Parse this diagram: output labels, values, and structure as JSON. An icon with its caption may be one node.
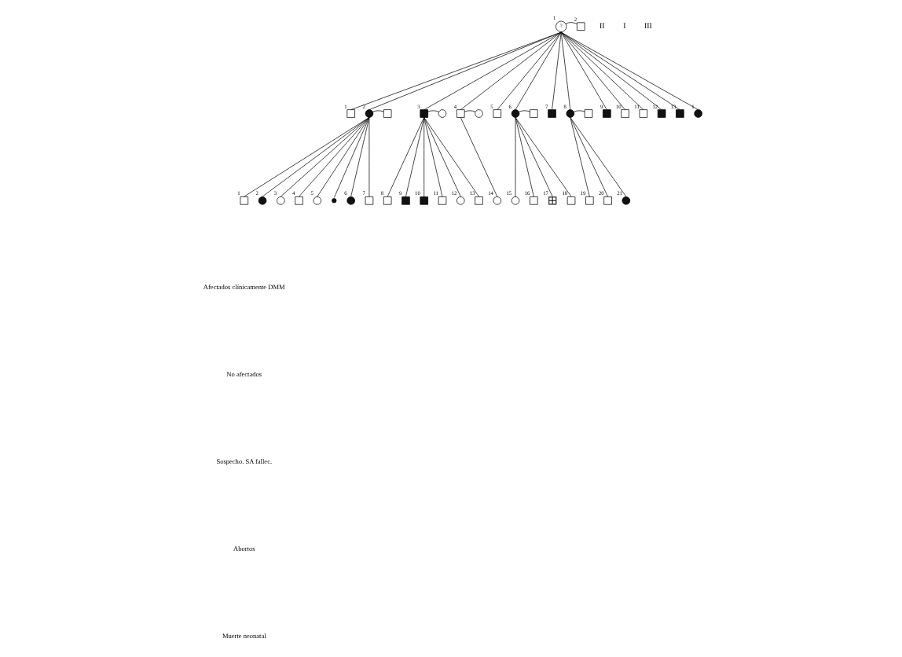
{
  "diagram": {
    "nodes": [
      {
        "text": [
          "?"
        ],
        "beside": [
          "1"
        ]
      },
      {
        "text": [],
        "shape": "box",
        "beside": [
          "2"
        ]
      },
      {
        "text": [],
        "shape": "box",
        "beside": [
          "1"
        ]
      },
      {
        "text": [],
        "shape": "circle",
        "beside": [
          "2"
        ]
      },
      {
        "text": [],
        "shape": "box"
      },
      {
        "text": [],
        "shape": "box",
        "beside": [
          "3"
        ]
      },
      {
        "text": [],
        "shape": "circle"
      },
      {
        "text": [],
        "shape": "box",
        "beside": [
          "4"
        ]
      },
      {
        "text": [],
        "shape": "circle"
      },
      {
        "text": [],
        "shape": "box",
        "beside": [
          "5"
        ]
      },
      {
        "text": [],
        "shape": "circle",
        "beside": [
          "6"
        ]
      },
      {
        "text": [],
        "shape": "box"
      },
      {
        "text": [],
        "shape": "box",
        "beside": [
          "7"
        ]
      },
      {
        "text": [],
        "shape": "circle",
        "beside": [
          "8"
        ]
      },
      {
        "text": [],
        "shape": "box"
      },
      {
        "text": [],
        "shape": "box",
        "beside": [
          "9"
        ]
      },
      {
        "text": [],
        "shape": "box",
        "beside": [
          "10"
        ]
      },
      {
        "text": [],
        "shape": "box",
        "beside": [
          "11"
        ]
      },
      {
        "text": [],
        "shape": "box",
        "beside": [
          "12"
        ]
      },
      {
        "text": [],
        "shape": "box",
        "beside": [
          "13"
        ]
      },
      {
        "text": [],
        "shape": "circle",
        "beside": [
          "1"
        ]
      },
      {
        "text": [],
        "shape": "box",
        "beside": [
          "1"
        ]
      },
      {
        "text": [],
        "shape": "circle",
        "beside": [
          "2"
        ]
      },
      {
        "text": [],
        "shape": "circle",
        "beside": [
          "3"
        ]
      },
      {
        "text": [],
        "shape": "box",
        "beside": [
          "4"
        ]
      },
      {
        "text": [],
        "shape": "circle",
        "beside": [
          "5"
        ]
      },
      {
        "text": [],
        "shape": "circle"
      },
      {
        "text": [],
        "shape": "circle",
        "beside": [
          "6"
        ]
      },
      {
        "text": [],
        "shape": "box",
        "beside": [
          "7"
        ]
      },
      {
        "text": [],
        "shape": "box",
        "beside": [
          "8"
        ]
      },
      {
        "text": [],
        "shape": "box",
        "beside": [
          "9"
        ]
      },
      {
        "text": [],
        "shape": "box",
        "beside": [
          "10"
        ]
      },
      {
        "text": [],
        "shape": "box",
        "beside": [
          "11"
        ]
      },
      {
        "text": [],
        "shape": "circle",
        "beside": [
          "12"
        ]
      },
      {
        "text": [],
        "shape": "box",
        "beside": [
          "13"
        ]
      },
      {
        "text": [],
        "shape": "circle",
        "beside": [
          "14"
        ]
      },
      {
        "text": [],
        "shape": "circle",
        "beside": [
          "15"
        ]
      },
      {
        "text": [],
        "shape": "box",
        "beside": [
          "16"
        ]
      },
      {
        "text": [],
        "shape": "box",
        "beside": [
          "17"
        ]
      },
      {
        "text": [],
        "shape": "box",
        "beside": [
          "18"
        ]
      },
      {
        "text": [],
        "shape": "box",
        "beside": [
          "19"
        ]
      },
      {
        "text": [],
        "shape": "box",
        "beside": [
          "20"
        ]
      },
      {
        "text": [],
        "shape": "circle",
        "beside": [
          "21"
        ]
      }
    ],
    "edges": [
      {
        "from": 0,
        "to": 1,
        "arrow": "none"
      },
      {
        "from": 0,
        "to": 2,
        "arrow": "none"
      },
      {
        "from": 0,
        "to": 3,
        "arrow": "none"
      },
      {
        "from": 3,
        "to": 4,
        "arrow": "none"
      },
      {
        "from": 0,
        "to": 5,
        "arrow": "none"
      },
      {
        "from": 5,
        "to": 6,
        "arrow": "none"
      },
      {
        "from": 0,
        "to": 7,
        "arrow": "none"
      },
      {
        "from": 7,
        "to": 8,
        "arrow": "none"
      },
      {
        "from": 0,
        "to": 9,
        "arrow": "none"
      },
      {
        "from": 0,
        "to": 10,
        "arrow": "none"
      },
      {
        "from": 10,
        "to": 11,
        "arrow": "none"
      },
      {
        "from": 0,
        "to": 12,
        "arrow": "none"
      },
      {
        "from": 0,
        "to": 13,
        "arrow": "none"
      },
      {
        "from": 13,
        "to": 14,
        "arrow": "none"
      },
      {
        "from": 0,
        "to": 15,
        "arrow": "none"
      },
      {
        "from": 0,
        "to": 16,
        "arrow": "none"
      },
      {
        "from": 0,
        "to": 17,
        "arrow": "none"
      },
      {
        "from": 0,
        "to": 18,
        "arrow": "none"
      },
      {
        "from": 0,
        "to": 19,
        "arrow": "none"
      },
      {
        "from": 0,
        "to": 20,
        "arrow": "none"
      },
      {
        "from": 3,
        "to": 21,
        "arrow": "none"
      },
      {
        "from": 3,
        "to": 22,
        "arrow": "none"
      },
      {
        "from": 3,
        "to": 23,
        "arrow": "none"
      },
      {
        "from": 3,
        "to": 24,
        "arrow": "none"
      },
      {
        "from": 3,
        "to": 25,
        "arrow": "none"
      },
      {
        "from": 3,
        "to": 26,
        "arrow": "none"
      },
      {
        "from": 3,
        "to": 27,
        "arrow": "none"
      },
      {
        "from": 3,
        "to": 28,
        "arrow": "none"
      },
      {
        "from": 5,
        "to": 29,
        "arrow": "none"
      },
      {
        "from": 5,
        "to": 30,
        "arrow": "none"
      },
      {
        "from": 5,
        "to": 31,
        "arrow": "none"
      },
      {
        "from": 5,
        "to": 32,
        "arrow": "none"
      },
      {
        "from": 5,
        "to": 33,
        "arrow": "none"
      },
      {
        "from": 5,
        "to": 34,
        "arrow": "none"
      },
      {
        "from": 7,
        "to": 35,
        "arrow": "none"
      },
      {
        "from": 10,
        "to": 36,
        "arrow": "none"
      },
      {
        "from": 10,
        "to": 37,
        "arrow": "none"
      },
      {
        "from": 10,
        "to": 38,
        "arrow": "none"
      },
      {
        "from": 10,
        "to": 39,
        "arrow": "none"
      },
      {
        "from": 13,
        "to": 40,
        "arrow": "none"
      },
      {
        "from": 13,
        "to": 41,
        "arrow": "none"
      },
      {
        "from": 13,
        "to": 42,
        "arrow": "none"
      }
    ],
    "labels": [
      "II",
      "I",
      "III"
    ],
    "legend": [
      {
        "text": "Afectados clínicamente DMM"
      },
      {
        "text": "No afectados"
      },
      {
        "text": "Sospecho. SA fallec."
      },
      {
        "text": "Abortos"
      },
      {
        "text": "Muerte neonatal"
      }
    ]
  }
}
